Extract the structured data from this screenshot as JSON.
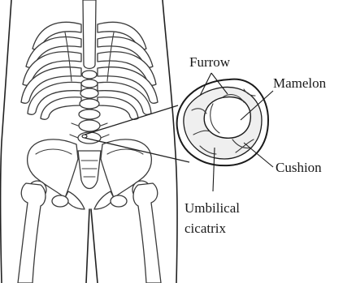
{
  "figure": {
    "labels": {
      "furrow": "Furrow",
      "mamelon": "Mamelon",
      "cushion": "Cushion",
      "umbilical_line1": "Umbilical",
      "umbilical_line2": "cicatrix"
    }
  }
}
